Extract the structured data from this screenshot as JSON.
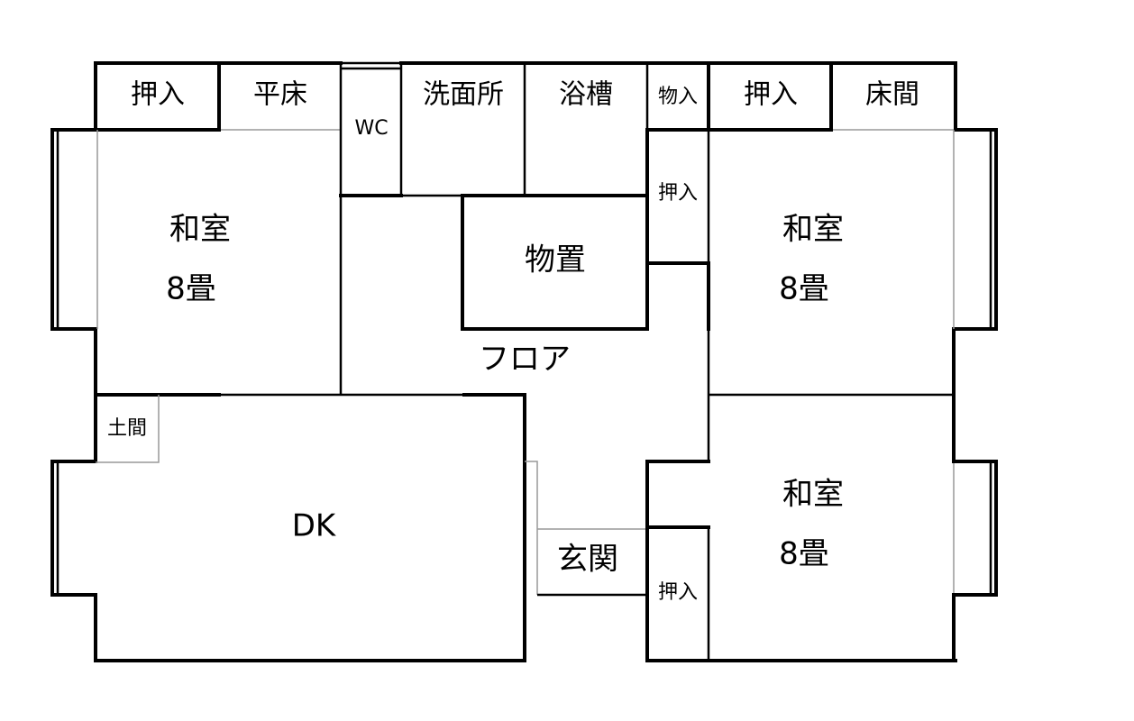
{
  "floor_plan": {
    "rooms": {
      "oshiire_top_left": "押入",
      "hiradoko": "平床",
      "wc": "WC",
      "senmenjo": "洗面所",
      "yokusou": "浴槽",
      "monoire": "物入",
      "oshiire_top_right": "押入",
      "tokonoma": "床間",
      "washitsu_left_name": "和室",
      "washitsu_left_size": "8畳",
      "monooki": "物置",
      "oshiire_mid_right": "押入",
      "washitsu_upper_right_name": "和室",
      "washitsu_upper_right_size": "8畳",
      "floor": "フロア",
      "doma": "土間",
      "dk": "DK",
      "genkan": "玄関",
      "oshiire_lower_right": "押入",
      "washitsu_lower_right_name": "和室",
      "washitsu_lower_right_size": "8畳"
    }
  }
}
